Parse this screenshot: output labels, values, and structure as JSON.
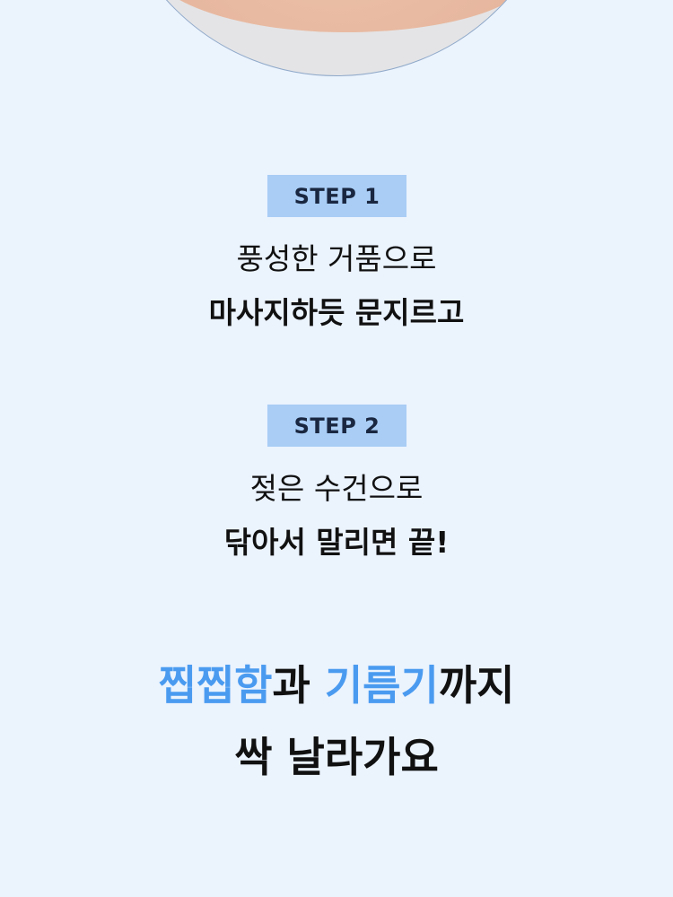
{
  "steps": [
    {
      "badge": "STEP 1",
      "line1": "풍성한 거품으로",
      "line2": "마사지하듯 문지르고"
    },
    {
      "badge": "STEP 2",
      "line1": "젖은 수건으로",
      "line2": "닦아서 말리면 끝!"
    }
  ],
  "headline": {
    "part1": "찝찝함",
    "part2": "과 ",
    "part3": "기름기",
    "part4": "까지",
    "line2": "싹 날라가요"
  },
  "colors": {
    "accent": "#4a9bf0",
    "badge": "#a9cdf5",
    "background": "#ebf3fd"
  }
}
